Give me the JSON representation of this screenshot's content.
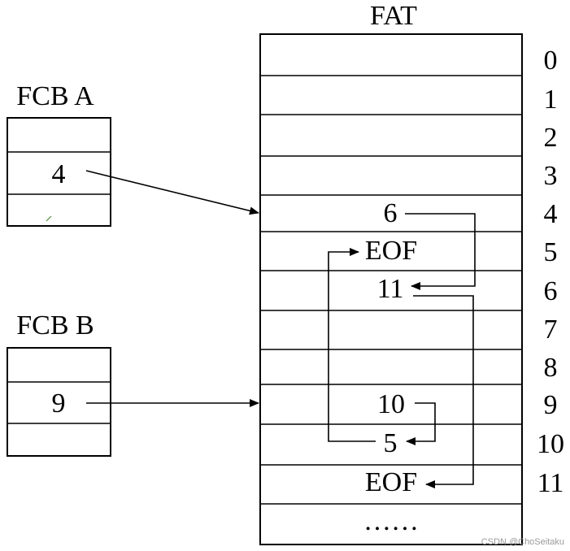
{
  "fat": {
    "title": "FAT",
    "row_indices": [
      "0",
      "1",
      "2",
      "3",
      "4",
      "5",
      "6",
      "7",
      "8",
      "9",
      "10",
      "11"
    ],
    "entries": {
      "row4": "6",
      "row5": "EOF",
      "row6": "11",
      "row9": "10",
      "row10": "5",
      "row11": "EOF"
    },
    "ellipsis": "……"
  },
  "fcb_a": {
    "title": "FCB A",
    "value": "4"
  },
  "fcb_b": {
    "title": "FCB B",
    "value": "9"
  },
  "watermark": "CSDN @ChoSeitaku"
}
